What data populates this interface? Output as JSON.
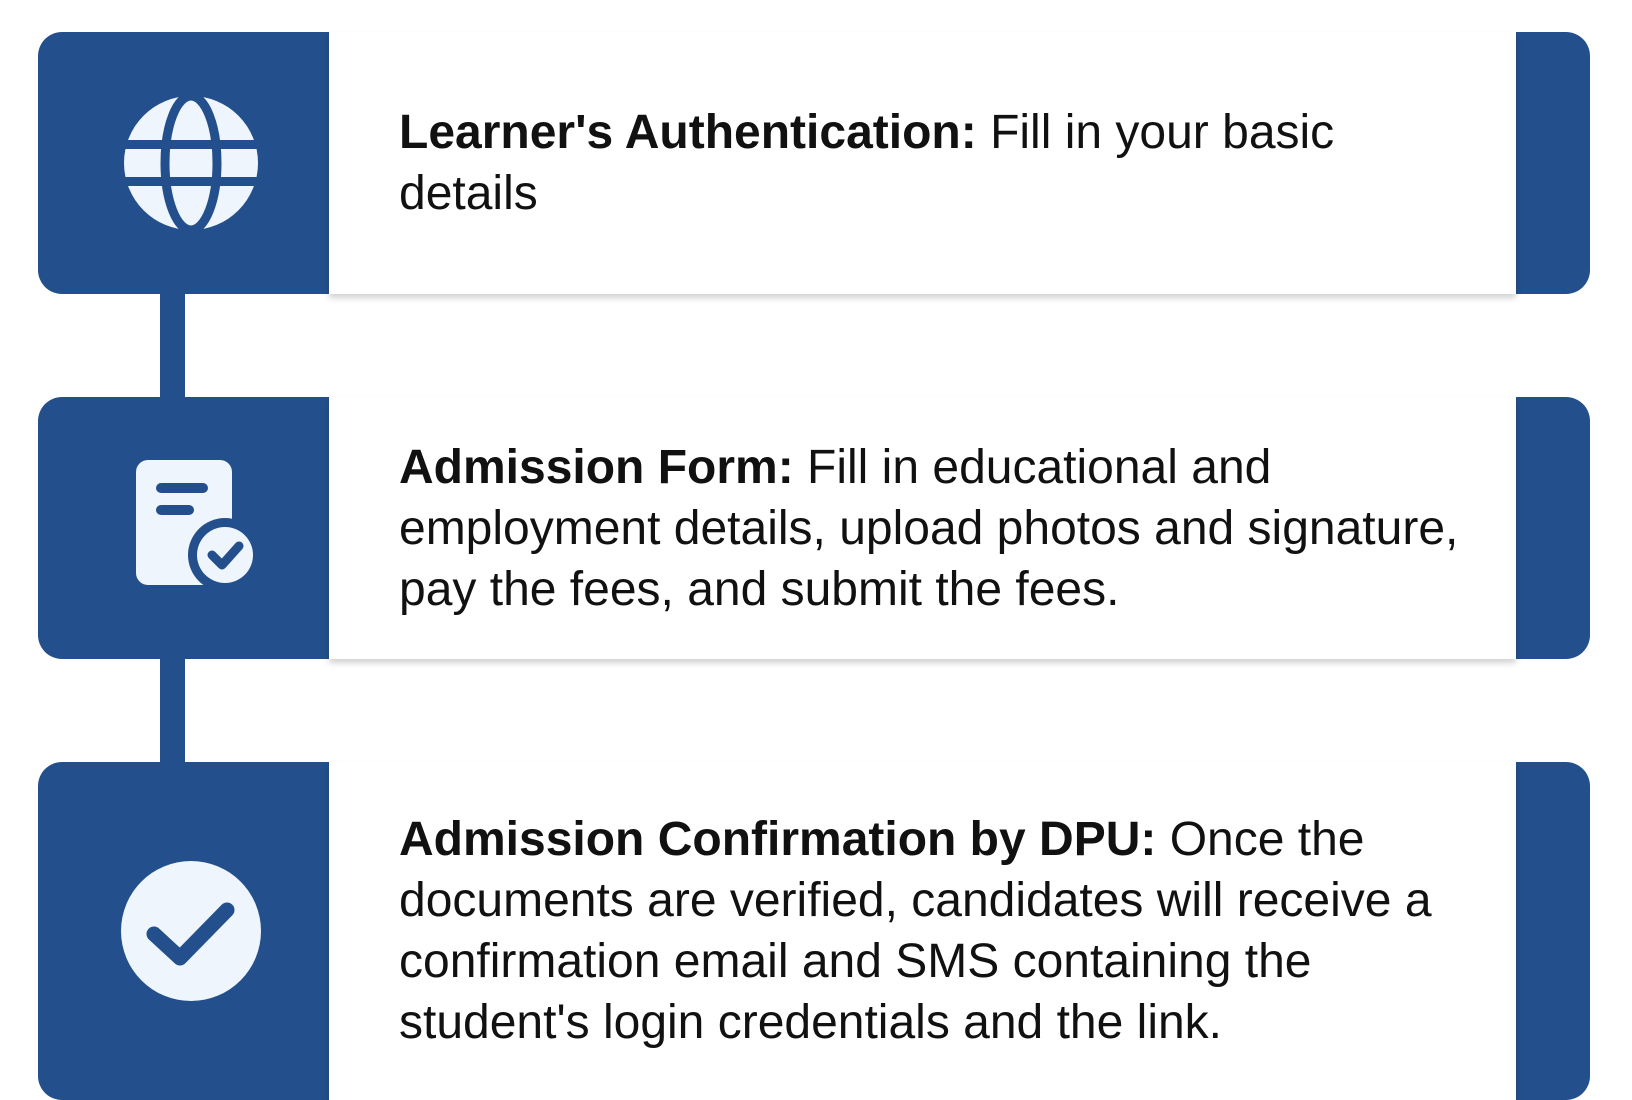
{
  "colors": {
    "primary": "#234f8c",
    "icon_fill": "#eef5fc",
    "card": "#ffffff",
    "text": "#111111"
  },
  "steps": [
    {
      "icon": "globe-icon",
      "title": "Learner's Authentication:",
      "description": "Fill in your basic details"
    },
    {
      "icon": "document-check-icon",
      "title": "Admission Form:",
      "description": "Fill in educational and employment details, upload photos and signature, pay the fees, and submit the fees."
    },
    {
      "icon": "check-circle-icon",
      "title": "Admission Confirmation by DPU:",
      "description": "Once the documents are verified, candidates will receive a confirmation email and SMS containing the student's login credentials and the link."
    }
  ]
}
